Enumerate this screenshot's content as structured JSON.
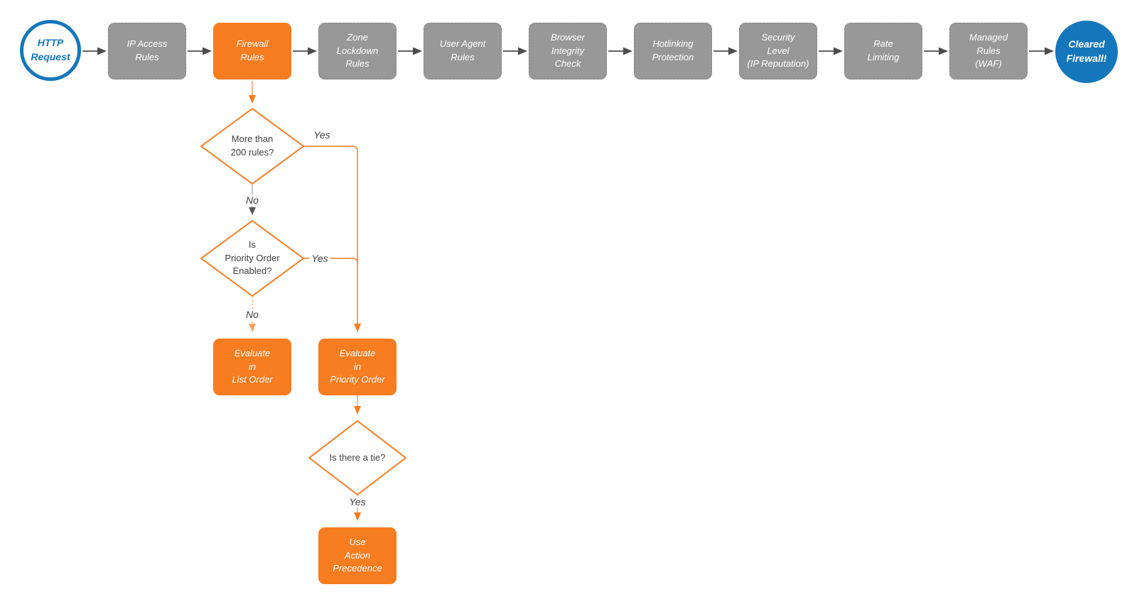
{
  "colors": {
    "orange": "#F87C20",
    "orange_light": "#F99D6B",
    "gray_box": "#989898",
    "blue": "#1577BB",
    "arrow_dark": "#4D4D4D",
    "text_dark": "#3F3F3F"
  },
  "flowchart": {
    "start": {
      "label": "HTTP\nRequest"
    },
    "end": {
      "label": "Cleared\nFirewall!"
    },
    "pipeline": [
      {
        "label": "IP Access\nRules"
      },
      {
        "label": "Firewall\nRules",
        "highlight": true
      },
      {
        "label": "Zone\nLockdown\nRules"
      },
      {
        "label": "User Agent\nRules"
      },
      {
        "label": "Browser\nIntegrity\nCheck"
      },
      {
        "label": "Hotlinking\nProtection"
      },
      {
        "label": "Security\nLevel\n(IP Reputation)"
      },
      {
        "label": "Rate\nLimiting"
      },
      {
        "label": "Managed\nRules\n(WAF)"
      }
    ],
    "decisions": [
      {
        "label": "More than\n200 rules?",
        "yes": "Yes",
        "no": "No"
      },
      {
        "label": "Is\nPriority Order\nEnabled?",
        "yes": "Yes",
        "no": "No"
      },
      {
        "label": "Is there a tie?",
        "yes": "Yes"
      }
    ],
    "actions": [
      {
        "label": "Evaluate\nin\nList Order"
      },
      {
        "label": "Evaluate\nin\nPriority Order"
      },
      {
        "label": "Use\nAction\nPrecedence"
      }
    ]
  }
}
